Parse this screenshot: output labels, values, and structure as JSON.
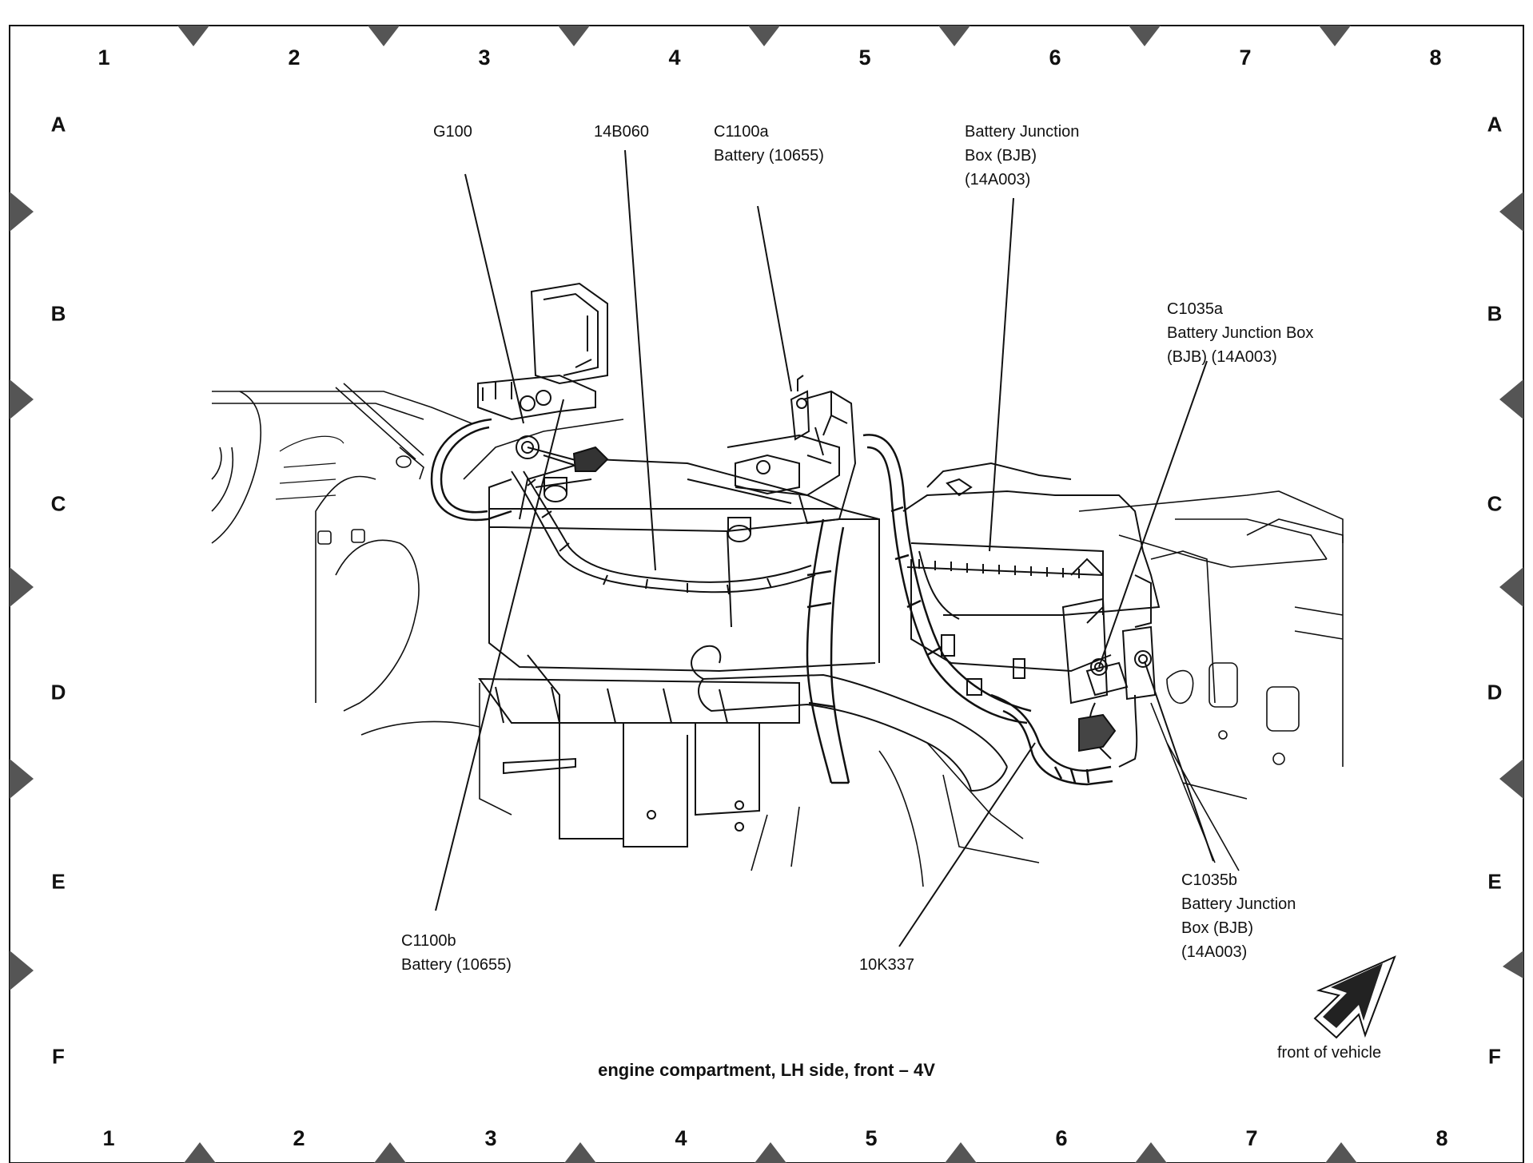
{
  "columns": [
    "1",
    "2",
    "3",
    "4",
    "5",
    "6",
    "7",
    "8"
  ],
  "rows": [
    "A",
    "B",
    "C",
    "D",
    "E",
    "F"
  ],
  "callouts": {
    "g100": {
      "lines": [
        "G100"
      ]
    },
    "harness_14b060": {
      "lines": [
        "14B060"
      ]
    },
    "c1100a": {
      "lines": [
        "C1100a",
        "Battery (10655)"
      ]
    },
    "bjb_top": {
      "lines": [
        "Battery Junction",
        "Box (BJB)",
        "(14A003)"
      ]
    },
    "c1035a": {
      "lines": [
        "C1035a",
        "Battery Junction Box",
        "(BJB) (14A003)"
      ]
    },
    "c1100b": {
      "lines": [
        "C1100b",
        "Battery (10655)"
      ]
    },
    "harness_10k337": {
      "lines": [
        "10K337"
      ]
    },
    "c1035b": {
      "lines": [
        "C1035b",
        "Battery Junction",
        "Box (BJB)",
        "(14A003)"
      ]
    }
  },
  "caption": "engine compartment, LH side, front – 4V",
  "front_of_vehicle": "front of vehicle",
  "colors": {
    "line": "#111111",
    "marker": "#555555",
    "background": "#ffffff"
  }
}
